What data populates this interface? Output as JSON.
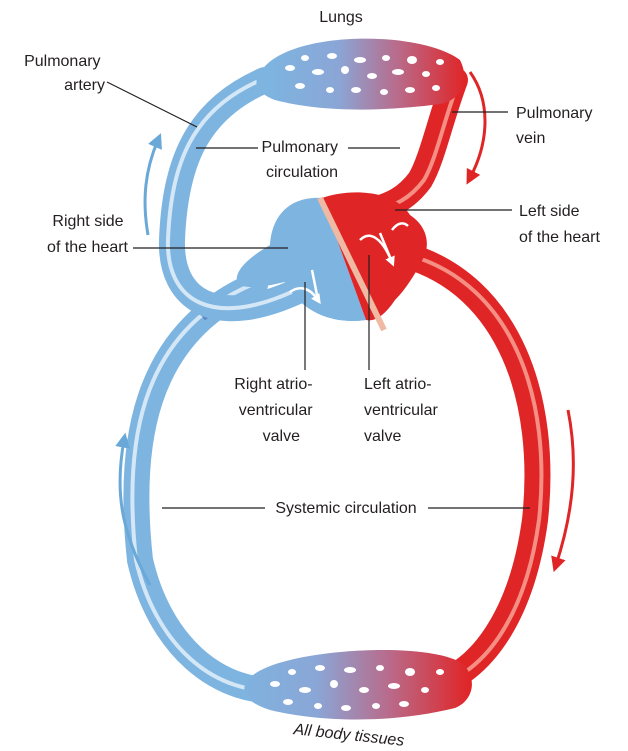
{
  "labels": {
    "lungs": "Lungs",
    "pulmonary_artery": [
      "Pulmonary",
      "artery"
    ],
    "pulmonary_circulation": [
      "Pulmonary",
      "circulation"
    ],
    "pulmonary_vein": [
      "Pulmonary",
      "vein"
    ],
    "right_heart": [
      "Right side",
      "of the heart"
    ],
    "left_heart": [
      "Left side",
      "of the heart"
    ],
    "right_av_valve": [
      "Right atrio-",
      "ventricular",
      "valve"
    ],
    "left_av_valve": [
      "Left atrio-",
      "ventricular",
      "valve"
    ],
    "systemic_circulation": "Systemic circulation",
    "body_tissues": "All body tissues"
  },
  "colors": {
    "deoxygenated": "#7eb4e0",
    "oxygenated": "#e02527",
    "arrow_blue": "#6aa8d8",
    "arrow_red": "#e02527",
    "septum": "#f0b9a4"
  }
}
